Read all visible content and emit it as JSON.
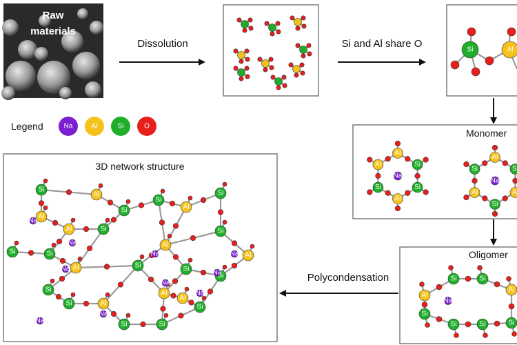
{
  "raw_panel": {
    "title_line1": "Raw",
    "title_line2": "materials"
  },
  "steps": {
    "dissolution": "Dissolution",
    "share": "Si and Al share O",
    "monomer": "Monomer",
    "oligomer": "Oligomer",
    "polycondensation": "Polycondensation"
  },
  "network": {
    "title": "3D network structure"
  },
  "legend": {
    "label": "Legend",
    "items": [
      {
        "symbol": "Na",
        "color": "#7b1fd1"
      },
      {
        "symbol": "Al",
        "color": "#f4c21b"
      },
      {
        "symbol": "Si",
        "color": "#1fae2a"
      },
      {
        "symbol": "O",
        "color": "#e8201c"
      }
    ]
  },
  "colors": {
    "Na": "#7b1fd1",
    "Al": "#f4c21b",
    "Si": "#1fae2a",
    "O": "#e8201c",
    "H": "#9a9a9a"
  }
}
